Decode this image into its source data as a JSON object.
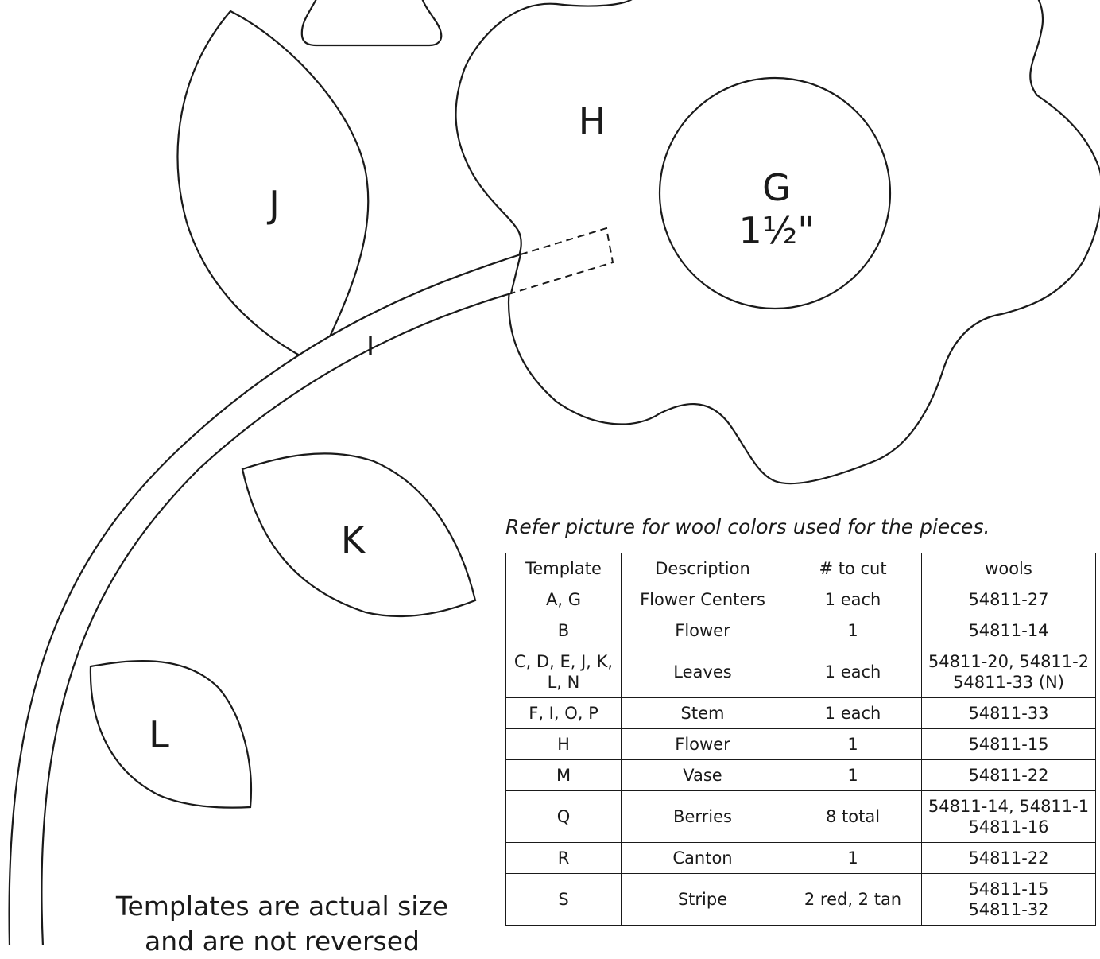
{
  "labels": {
    "h": "H",
    "g": "G",
    "g_size": "1½\"",
    "j": "J",
    "i": "I",
    "k": "K",
    "l": "L"
  },
  "note": "Refer picture for wool colors used for the pieces.",
  "table": {
    "headers": [
      "Template",
      "Description",
      "# to cut",
      "wools"
    ],
    "rows": [
      {
        "template": [
          "A, G"
        ],
        "description": "Flower Centers",
        "cut": "1 each",
        "wools": [
          "54811-27"
        ]
      },
      {
        "template": [
          "B"
        ],
        "description": "Flower",
        "cut": "1",
        "wools": [
          "54811-14"
        ]
      },
      {
        "template": [
          "C, D, E, J, K,",
          "L, N"
        ],
        "description": "Leaves",
        "cut": "1 each",
        "wools": [
          "54811-20, 54811-2",
          "54811-33 (N)"
        ]
      },
      {
        "template": [
          "F, I, O, P"
        ],
        "description": "Stem",
        "cut": "1 each",
        "wools": [
          "54811-33"
        ]
      },
      {
        "template": [
          "H"
        ],
        "description": "Flower",
        "cut": "1",
        "wools": [
          "54811-15"
        ]
      },
      {
        "template": [
          "M"
        ],
        "description": "Vase",
        "cut": "1",
        "wools": [
          "54811-22"
        ]
      },
      {
        "template": [
          "Q"
        ],
        "description": "Berries",
        "cut": "8 total",
        "wools": [
          "54811-14, 54811-1",
          "54811-16"
        ]
      },
      {
        "template": [
          "R"
        ],
        "description": "Canton",
        "cut": "1",
        "wools": [
          "54811-22"
        ]
      },
      {
        "template": [
          "S"
        ],
        "description": "Stripe",
        "cut": "2 red, 2 tan",
        "wools": [
          "54811-15",
          "54811-32"
        ]
      }
    ]
  },
  "bottom_note": [
    "Templates are actual size",
    "and are not reversed"
  ]
}
